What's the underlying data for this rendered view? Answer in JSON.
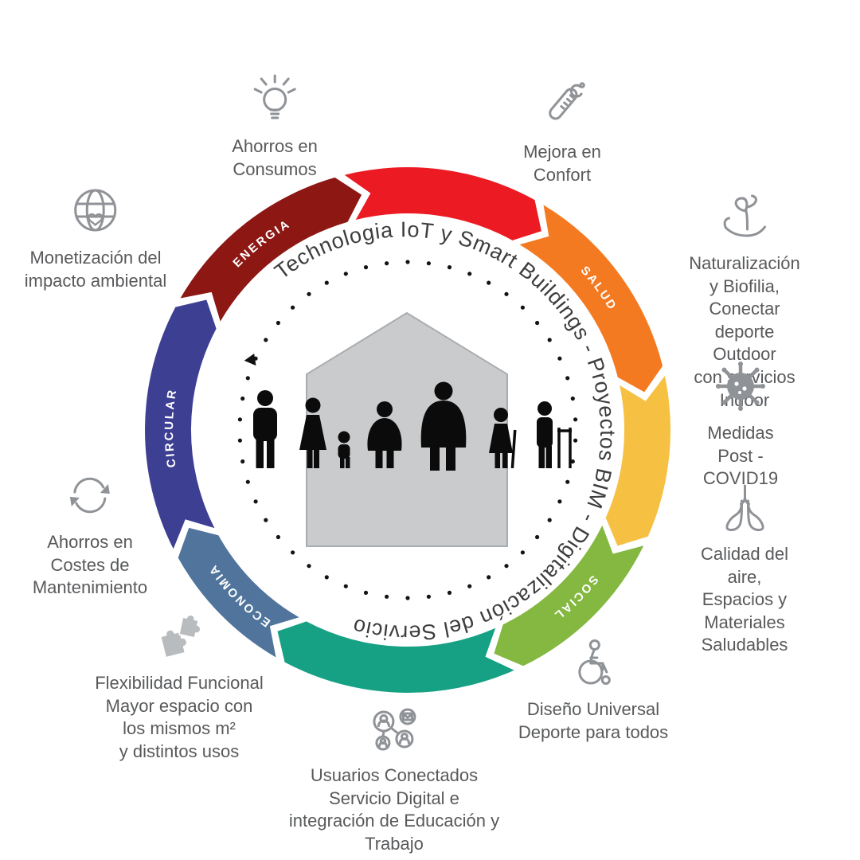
{
  "center": {
    "title": "Technologia IoT y Smart Buildings - Proyectos BIM - Digitalización del Servicio"
  },
  "ring": {
    "segments": [
      {
        "id": "top-red",
        "label": "",
        "color": "#ec1b23",
        "start": -15,
        "end": 30
      },
      {
        "id": "salud",
        "label": "SALUD",
        "color": "#f47a21",
        "start": 30,
        "end": 77
      },
      {
        "id": "right-yellow",
        "label": "",
        "color": "#f6c143",
        "start": 77,
        "end": 115
      },
      {
        "id": "social",
        "label": "SOCIAL",
        "color": "#84b841",
        "start": 115,
        "end": 155
      },
      {
        "id": "bottom-teal",
        "label": "",
        "color": "#16a184",
        "start": 155,
        "end": 209
      },
      {
        "id": "economia",
        "label": "ECONOMIA",
        "color": "#50749b",
        "start": 209,
        "end": 242
      },
      {
        "id": "circular",
        "label": "CIRCULAR",
        "color": "#3d3f92",
        "start": 242,
        "end": 299
      },
      {
        "id": "energia",
        "label": "ENERGIA",
        "color": "#8c1713",
        "start": 299,
        "end": 345
      }
    ],
    "dot_color": "#141414"
  },
  "callouts": [
    {
      "id": "ahorros-consumos",
      "icon": "lightbulb-icon",
      "text": "Ahorros en\nConsumos"
    },
    {
      "id": "mejora-confort",
      "icon": "thermometer-icon",
      "text": "Mejora en\nConfort"
    },
    {
      "id": "monetizacion",
      "icon": "globe-heart-icon",
      "text": "Monetización del\nimpacto ambiental"
    },
    {
      "id": "naturalizacion",
      "icon": "plant-hand-icon",
      "text": "Naturalización y Biofilia,\nConectar deporte Outdoor\ncon servicios Indoor"
    },
    {
      "id": "medidas-covid",
      "icon": "virus-icon",
      "text": "Medidas\nPost - COVID19"
    },
    {
      "id": "ahorros-mantenimiento",
      "icon": "recycle-icon",
      "text": "Ahorros en\nCostes de\nMantenimiento"
    },
    {
      "id": "calidad-aire",
      "icon": "lungs-icon",
      "text": "Calidad del aire,\nEspacios y Materiales\nSaludables"
    },
    {
      "id": "flexibilidad",
      "icon": "puzzle-icon",
      "text": "Flexibilidad Funcional\nMayor espacio con\nlos mismos m²\ny distintos usos"
    },
    {
      "id": "diseno-universal",
      "icon": "wheelchair-icon",
      "text": "Diseño Universal\nDeporte para todos"
    },
    {
      "id": "usuarios-conectados",
      "icon": "connected-users-icon",
      "text": "Usuarios Conectados\nServicio Digital e\nintegración de Educación y\nTrabajo"
    }
  ]
}
